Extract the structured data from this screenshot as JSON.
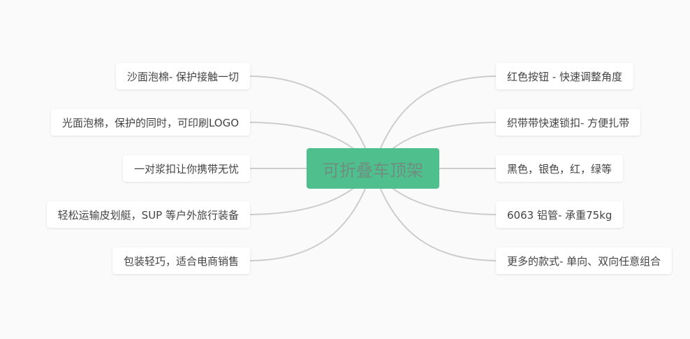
{
  "center_topic": "可折叠车顶架",
  "left_branches": [
    "沙面泡棉- 保护接触一切",
    "光面泡棉，保护的同时，可印刷LOGO",
    "一对浆扣让你携带无忧",
    "轻松运输皮划艇，SUP 等户外旅行装备",
    "包装轻巧，适合电商销售"
  ],
  "right_branches": [
    "红色按钮 - 快速调整角度",
    "织带带快速锁扣- 方便扎带",
    "黑色，银色，红，绿等",
    "6063 铝管- 承重75kg",
    "更多的款式- 单向、双向任意组合"
  ],
  "colors": {
    "background": "#fafafa",
    "center_fill": "#4fc08d",
    "center_text": "#6e8f7f",
    "connector": "#cccccc",
    "node_text": "#444444"
  }
}
